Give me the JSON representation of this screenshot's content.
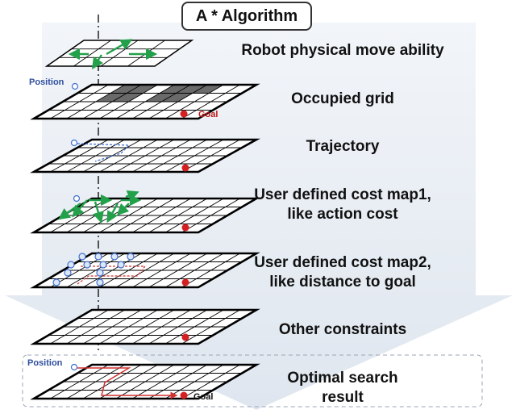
{
  "title": "A * Algorithm",
  "layers": [
    {
      "label": "Robot physical move ability"
    },
    {
      "label": "Occupied grid"
    },
    {
      "label": "Trajectory"
    },
    {
      "label": "User defined cost map1,",
      "label2": "like action cost"
    },
    {
      "label": "User defined cost map2,",
      "label2": "like distance to goal"
    },
    {
      "label": "Other constraints"
    },
    {
      "label": "Optimal search",
      "label2": "result"
    }
  ],
  "annotations": {
    "position_top": "Position",
    "goal_top": "Goal",
    "position_bottom": "Position",
    "goal_bottom": "Goal"
  },
  "colors": {
    "grid_line": "#000000",
    "occupied": "#6a6a6a",
    "goal": "#d42020",
    "arrow": "#22a04a",
    "node": "#3f6fd0",
    "path": "#d43030",
    "position_text": "#2f4f9f",
    "background_band": "#d9e2ee"
  }
}
